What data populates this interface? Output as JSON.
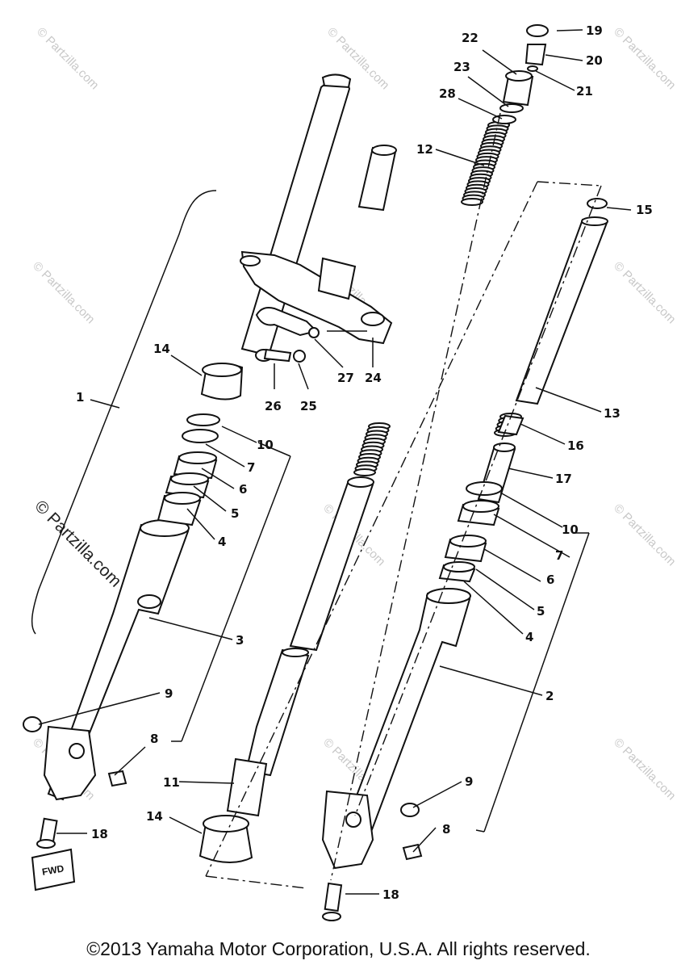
{
  "callouts": {
    "c1": "1",
    "c2": "2",
    "c3": "3",
    "c4a": "4",
    "c4b": "4",
    "c5a": "5",
    "c5b": "5",
    "c6a": "6",
    "c6b": "6",
    "c7a": "7",
    "c7b": "7",
    "c8a": "8",
    "c8b": "8",
    "c9a": "9",
    "c9b": "9",
    "c10a": "10",
    "c10b": "10",
    "c11": "11",
    "c12": "12",
    "c13": "13",
    "c14a": "14",
    "c14b": "14",
    "c15": "15",
    "c16": "16",
    "c17": "17",
    "c18a": "18",
    "c18b": "18",
    "c19": "19",
    "c20": "20",
    "c21": "21",
    "c22": "22",
    "c23": "23",
    "c24": "24",
    "c25": "25",
    "c26": "26",
    "c27": "27",
    "c28": "28"
  },
  "fwd_label": "FWD",
  "watermark": {
    "small": "© Partzilla.com",
    "large": "© Partzilla.com"
  },
  "copyright": "©2013 Yamaha Motor Corporation, U.S.A. All rights reserved."
}
